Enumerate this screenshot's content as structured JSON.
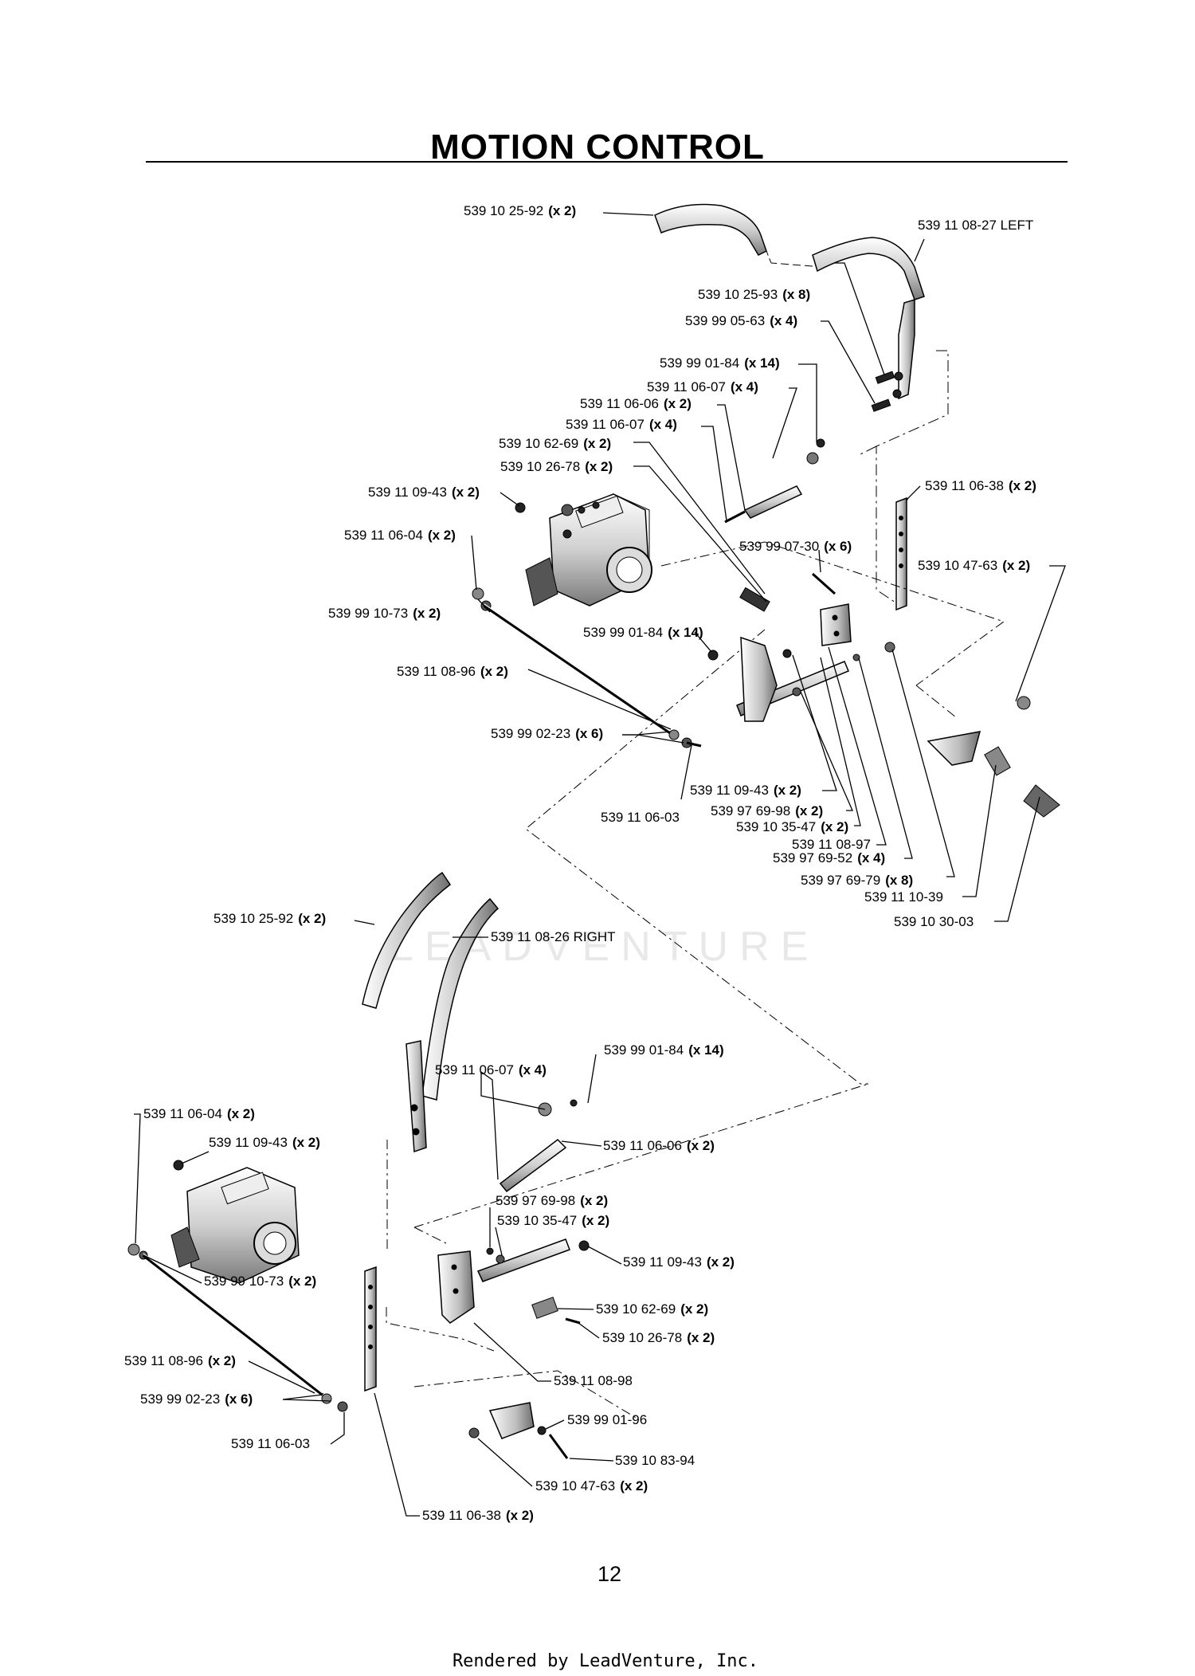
{
  "page": {
    "title": "MOTION CONTROL",
    "page_number": "12",
    "footer": "Rendered by LeadVenture, Inc.",
    "watermark": "LEADVENTURE"
  },
  "labels": [
    {
      "part": "539 10 25-92",
      "qty": "(x 2)"
    },
    {
      "part": "539 11 08-27 LEFT",
      "qty": ""
    },
    {
      "part": "539 10 25-93",
      "qty": "(x 8)"
    },
    {
      "part": "539 99 05-63",
      "qty": "(x 4)"
    },
    {
      "part": "539 99 01-84",
      "qty": "(x 14)"
    },
    {
      "part": "539 11 06-07",
      "qty": "(x 4)"
    },
    {
      "part": "539 11 06-06",
      "qty": "(x 2)"
    },
    {
      "part": "539 11 06-07",
      "qty": "(x 4)"
    },
    {
      "part": "539 10 62-69",
      "qty": "(x 2)"
    },
    {
      "part": "539 10 26-78",
      "qty": "(x 2)"
    },
    {
      "part": "539 11 09-43",
      "qty": "(x 2)"
    },
    {
      "part": "539 11 06-38",
      "qty": "(x 2)"
    },
    {
      "part": "539 11 06-04",
      "qty": "(x 2)"
    },
    {
      "part": "539 99 07-30",
      "qty": "(x 6)"
    },
    {
      "part": "539 10 47-63",
      "qty": "(x 2)"
    },
    {
      "part": "539 99 10-73",
      "qty": "(x 2)"
    },
    {
      "part": "539 99 01-84",
      "qty": "(x 14)"
    },
    {
      "part": "539 11 08-96",
      "qty": "(x 2)"
    },
    {
      "part": "539 99 02-23",
      "qty": "(x 6)"
    },
    {
      "part": "539 11 09-43",
      "qty": "(x 2)"
    },
    {
      "part": "539 11 06-03",
      "qty": ""
    },
    {
      "part": "539 97 69-98",
      "qty": "(x 2)"
    },
    {
      "part": "539 10 35-47",
      "qty": "(x 2)"
    },
    {
      "part": "539 11 08-97",
      "qty": ""
    },
    {
      "part": "539 97 69-52",
      "qty": "(x 4)"
    },
    {
      "part": "539 97 69-79",
      "qty": "(x 8)"
    },
    {
      "part": "539 11 10-39",
      "qty": ""
    },
    {
      "part": "539 10 30-03",
      "qty": ""
    },
    {
      "part": "539 10 25-92",
      "qty": "(x 2)"
    },
    {
      "part": "539 11 08-26 RIGHT",
      "qty": ""
    },
    {
      "part": "539 99 01-84",
      "qty": "(x 14)"
    },
    {
      "part": "539 11 06-07",
      "qty": "(x 4)"
    },
    {
      "part": "539 11 06-04",
      "qty": "(x 2)"
    },
    {
      "part": "539 11 09-43",
      "qty": "(x 2)"
    },
    {
      "part": "539 11 06-06",
      "qty": "(x 2)"
    },
    {
      "part": "539 97 69-98",
      "qty": "(x 2)"
    },
    {
      "part": "539 10 35-47",
      "qty": "(x 2)"
    },
    {
      "part": "539 11 09-43",
      "qty": "(x 2)"
    },
    {
      "part": "539 99 10-73",
      "qty": "(x 2)"
    },
    {
      "part": "539 10 62-69",
      "qty": "(x 2)"
    },
    {
      "part": "539 10 26-78",
      "qty": "(x 2)"
    },
    {
      "part": "539 11 08-96",
      "qty": "(x 2)"
    },
    {
      "part": "539 11 08-98",
      "qty": ""
    },
    {
      "part": "539 99 02-23",
      "qty": "(x 6)"
    },
    {
      "part": "539 99 01-96",
      "qty": ""
    },
    {
      "part": "539 11 06-03",
      "qty": ""
    },
    {
      "part": "539 10 83-94",
      "qty": ""
    },
    {
      "part": "539 10 47-63",
      "qty": "(x 2)"
    },
    {
      "part": "539 11 06-38",
      "qty": "(x 2)"
    }
  ]
}
